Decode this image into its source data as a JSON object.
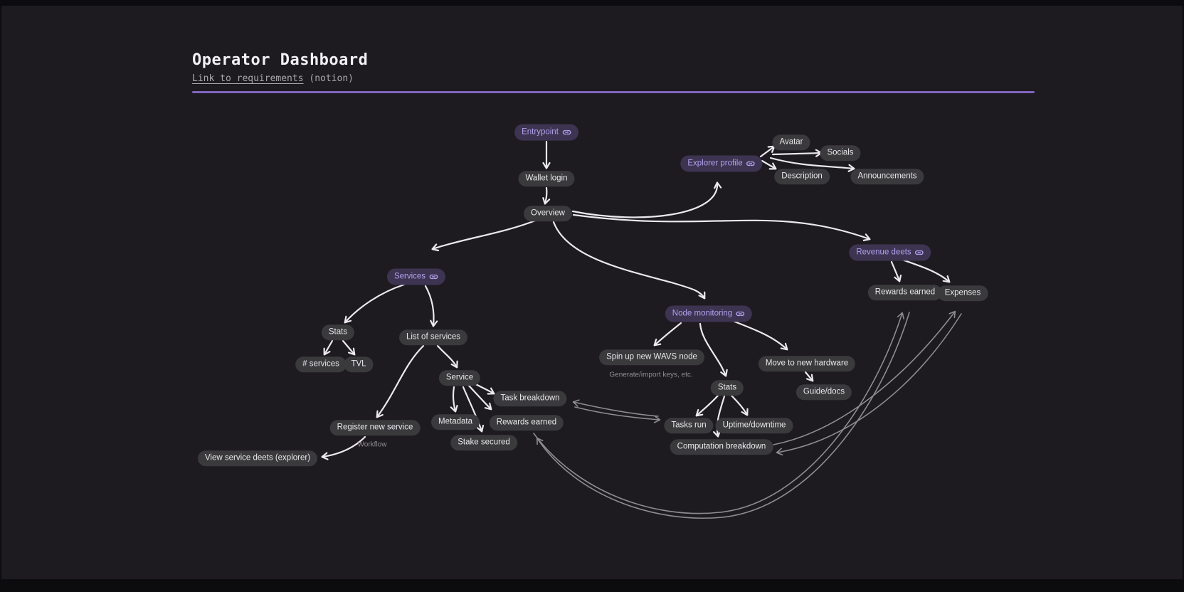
{
  "header": {
    "title": "Operator Dashboard",
    "link_text": "Link to requirements",
    "link_suffix": " (notion)"
  },
  "colors": {
    "background": "#1e1b20",
    "frame": "#0c0b0e",
    "accent_rule": "#7e64bf",
    "pill_gray_bg": "#3a393c",
    "pill_gray_text": "#e9e7ea",
    "pill_purple_bg": "#3d3452",
    "pill_purple_text": "#b3a0ec",
    "arrow_white": "#ece9ee",
    "arrow_gray": "#8e8c90"
  },
  "nodes": {
    "entrypoint": {
      "label": "Entrypoint",
      "type": "link"
    },
    "wallet_login": {
      "label": "Wallet login",
      "type": "plain"
    },
    "overview": {
      "label": "Overview",
      "type": "plain"
    },
    "explorer_profile": {
      "label": "Explorer profile",
      "type": "link"
    },
    "avatar": {
      "label": "Avatar",
      "type": "plain"
    },
    "socials": {
      "label": "Socials",
      "type": "plain"
    },
    "description": {
      "label": "Description",
      "type": "plain"
    },
    "announcements": {
      "label": "Announcements",
      "type": "plain"
    },
    "services": {
      "label": "Services",
      "type": "link"
    },
    "stats_services": {
      "label": "Stats",
      "type": "plain"
    },
    "num_services": {
      "label": "# services",
      "type": "plain"
    },
    "tvl": {
      "label": "TVL",
      "type": "plain"
    },
    "list_of_services": {
      "label": "List of services",
      "type": "plain"
    },
    "service": {
      "label": "Service",
      "type": "plain"
    },
    "metadata": {
      "label": "Metadata",
      "type": "plain"
    },
    "task_breakdown": {
      "label": "Task breakdown",
      "type": "plain"
    },
    "rewards_earned_service": {
      "label": "Rewards earned",
      "type": "plain"
    },
    "stake_secured": {
      "label": "Stake secured",
      "type": "plain"
    },
    "register_new_service": {
      "label": "Register new service",
      "type": "plain"
    },
    "view_service_deets": {
      "label": "View service deets (explorer)",
      "type": "plain"
    },
    "node_monitoring": {
      "label": "Node monitoring",
      "type": "link"
    },
    "spin_up_wavs": {
      "label": "Spin up new WAVS node",
      "type": "plain"
    },
    "move_to_new_hardware": {
      "label": "Move to new hardware",
      "type": "plain"
    },
    "guide_docs": {
      "label": "Guide/docs",
      "type": "plain"
    },
    "stats_node": {
      "label": "Stats",
      "type": "plain"
    },
    "tasks_run": {
      "label": "Tasks run",
      "type": "plain"
    },
    "uptime_downtime": {
      "label": "Uptime/downtime",
      "type": "plain"
    },
    "computation_breakdown": {
      "label": "Computation breakdown",
      "type": "plain"
    },
    "revenue_deets": {
      "label": "Revenue deets",
      "type": "link"
    },
    "rewards_earned_revenue": {
      "label": "Rewards earned",
      "type": "plain"
    },
    "expenses": {
      "label": "Expenses",
      "type": "plain"
    }
  },
  "annotations": {
    "workflow": "Workflow",
    "generate_keys": "Generate/import keys, etc."
  },
  "edges": [
    {
      "from": "entrypoint",
      "to": "wallet_login",
      "style": "white"
    },
    {
      "from": "wallet_login",
      "to": "overview",
      "style": "white"
    },
    {
      "from": "overview",
      "to": "explorer_profile",
      "style": "white"
    },
    {
      "from": "overview",
      "to": "revenue_deets",
      "style": "white"
    },
    {
      "from": "overview",
      "to": "services",
      "style": "white"
    },
    {
      "from": "overview",
      "to": "node_monitoring",
      "style": "white"
    },
    {
      "from": "explorer_profile",
      "to": "avatar",
      "style": "white"
    },
    {
      "from": "explorer_profile",
      "to": "socials",
      "style": "white"
    },
    {
      "from": "explorer_profile",
      "to": "description",
      "style": "white"
    },
    {
      "from": "explorer_profile",
      "to": "announcements",
      "style": "white"
    },
    {
      "from": "services",
      "to": "stats_services",
      "style": "white"
    },
    {
      "from": "services",
      "to": "list_of_services",
      "style": "white"
    },
    {
      "from": "stats_services",
      "to": "num_services",
      "style": "white"
    },
    {
      "from": "stats_services",
      "to": "tvl",
      "style": "white"
    },
    {
      "from": "list_of_services",
      "to": "service",
      "style": "white"
    },
    {
      "from": "list_of_services",
      "to": "register_new_service",
      "style": "white"
    },
    {
      "from": "service",
      "to": "metadata",
      "style": "white"
    },
    {
      "from": "service",
      "to": "task_breakdown",
      "style": "white"
    },
    {
      "from": "service",
      "to": "rewards_earned_service",
      "style": "white"
    },
    {
      "from": "service",
      "to": "stake_secured",
      "style": "white"
    },
    {
      "from": "register_new_service",
      "to": "view_service_deets",
      "style": "white"
    },
    {
      "from": "node_monitoring",
      "to": "spin_up_wavs",
      "style": "white"
    },
    {
      "from": "node_monitoring",
      "to": "stats_node",
      "style": "white"
    },
    {
      "from": "node_monitoring",
      "to": "move_to_new_hardware",
      "style": "white"
    },
    {
      "from": "move_to_new_hardware",
      "to": "guide_docs",
      "style": "white"
    },
    {
      "from": "stats_node",
      "to": "tasks_run",
      "style": "white"
    },
    {
      "from": "stats_node",
      "to": "uptime_downtime",
      "style": "white"
    },
    {
      "from": "stats_node",
      "to": "computation_breakdown",
      "style": "white"
    },
    {
      "from": "revenue_deets",
      "to": "rewards_earned_revenue",
      "style": "white"
    },
    {
      "from": "revenue_deets",
      "to": "expenses",
      "style": "white"
    },
    {
      "from": "task_breakdown",
      "to": "tasks_run",
      "style": "gray",
      "bidirectional": true
    },
    {
      "from": "rewards_earned_service",
      "to": "rewards_earned_revenue",
      "style": "gray",
      "bidirectional": true
    },
    {
      "from": "computation_breakdown",
      "to": "expenses",
      "style": "gray",
      "bidirectional": true
    }
  ]
}
